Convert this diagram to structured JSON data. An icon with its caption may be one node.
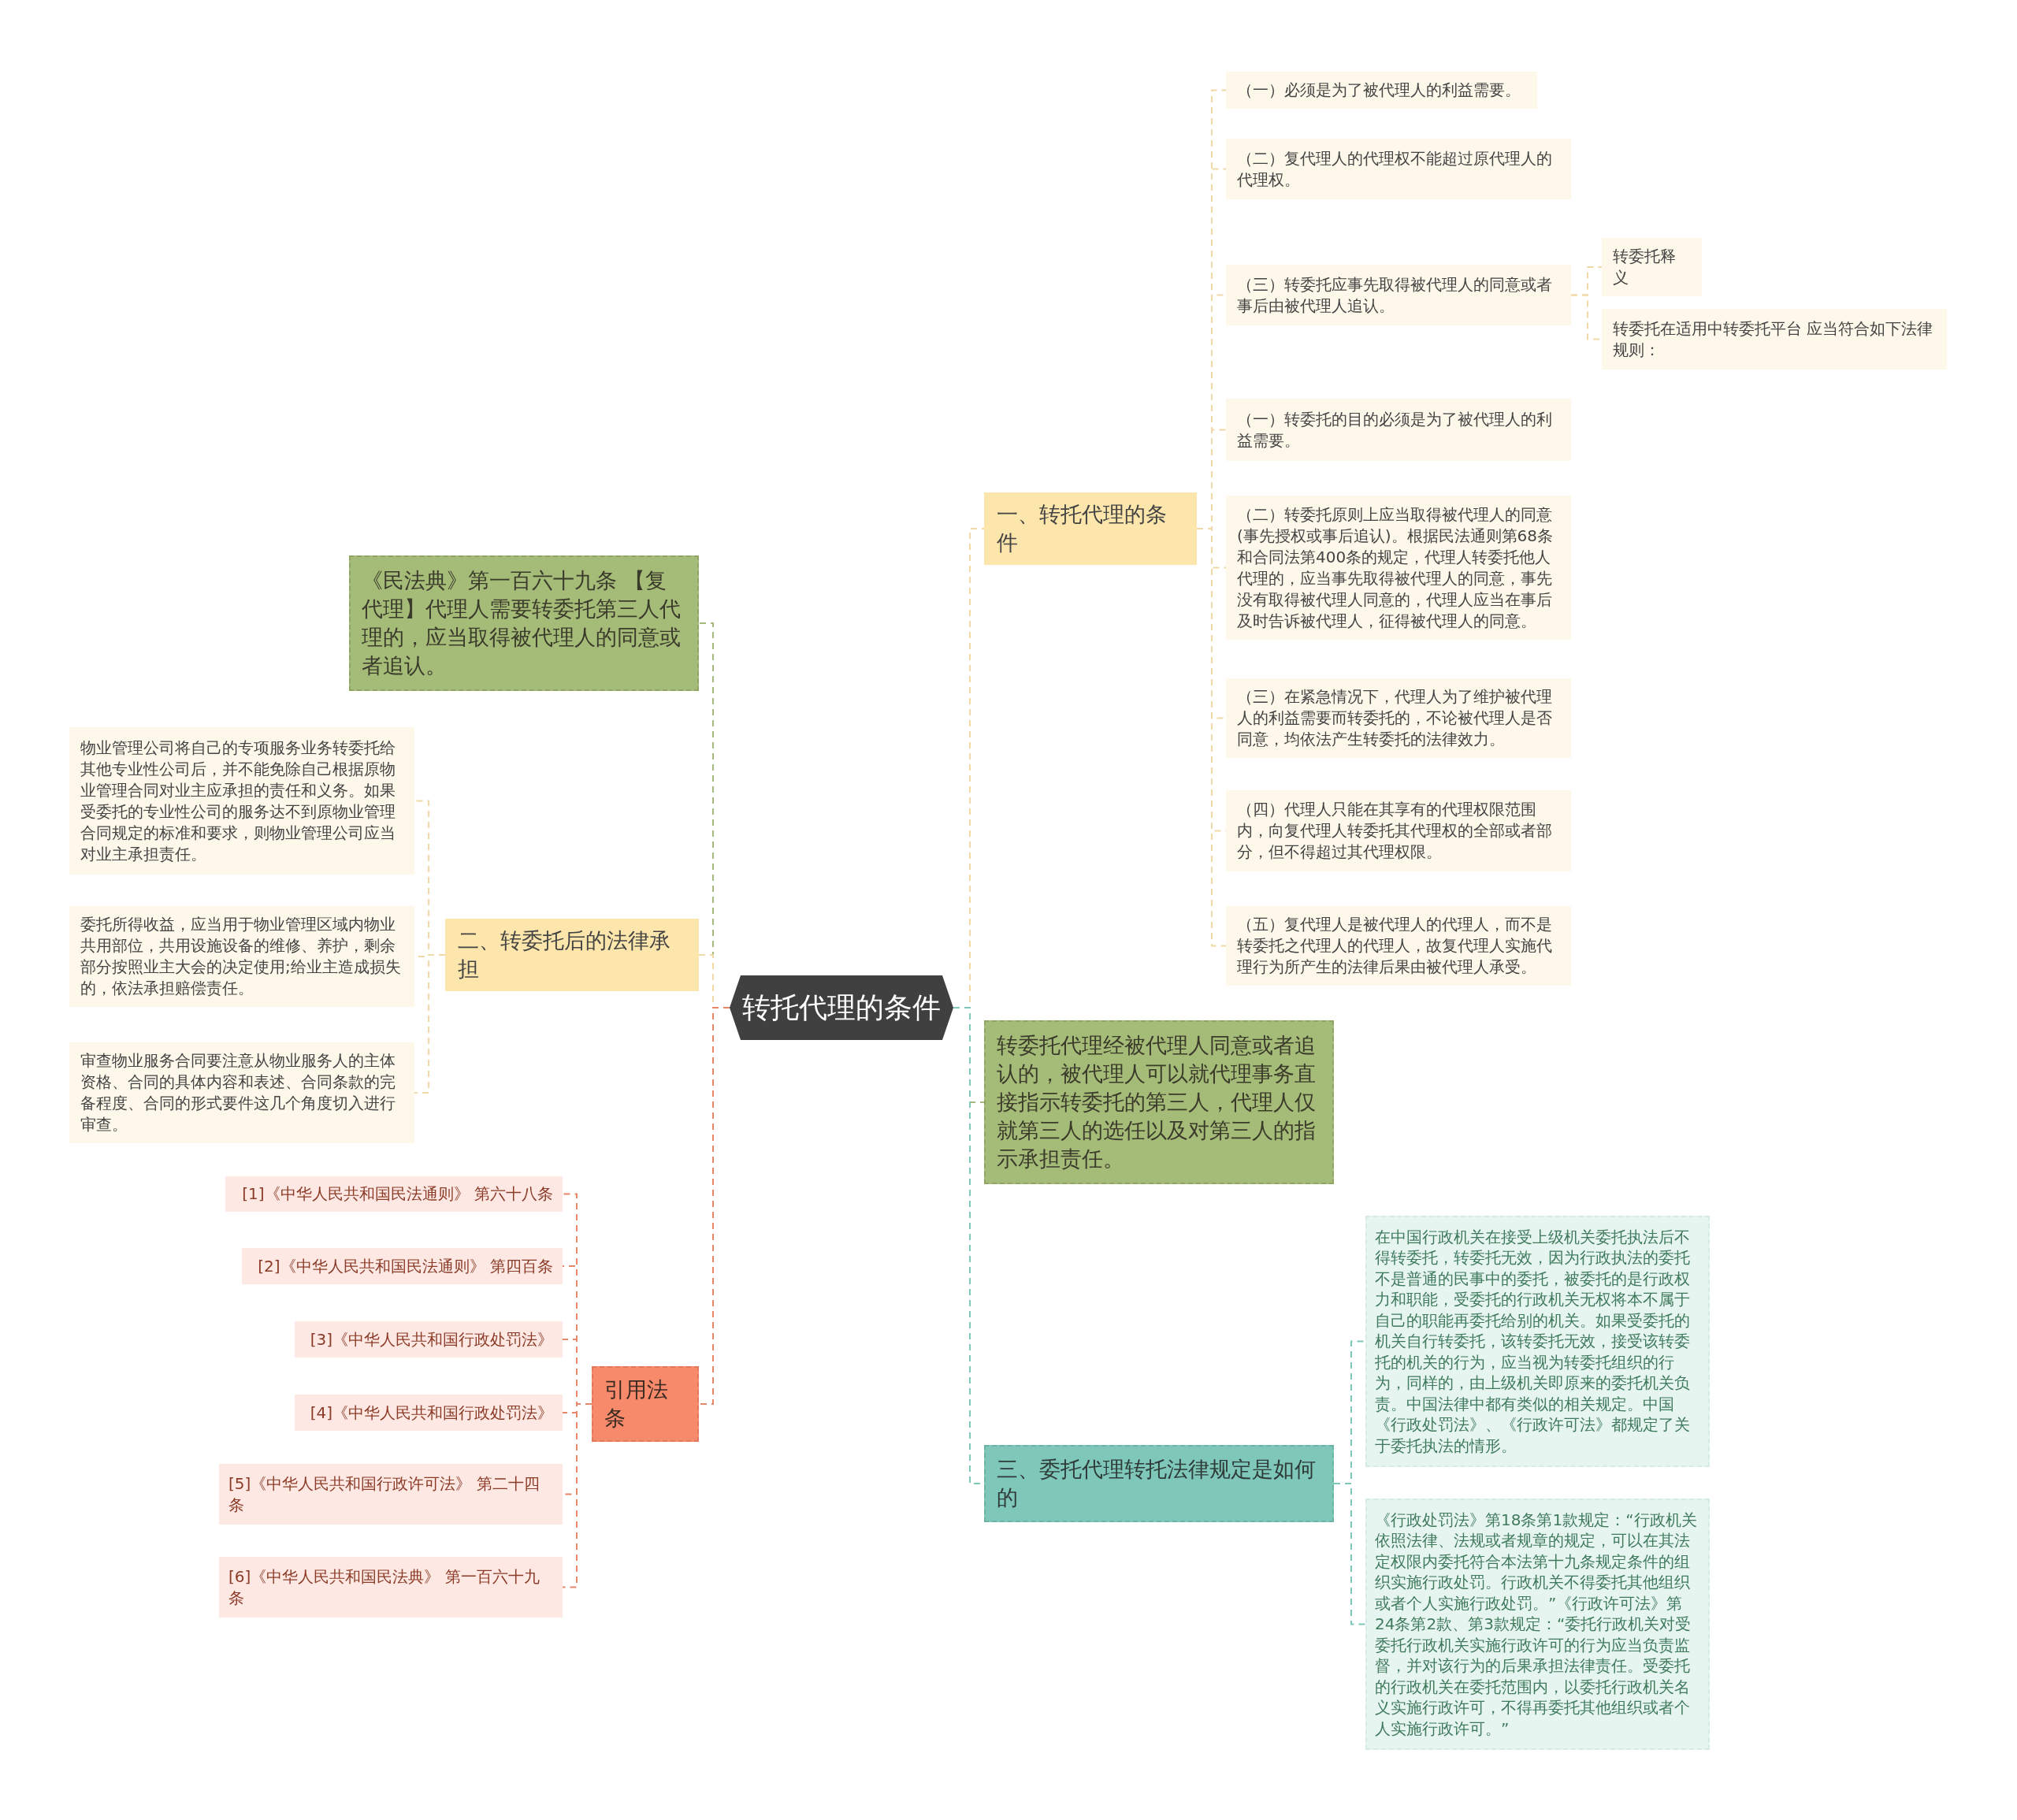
{
  "diagram": {
    "nodes": [
      {
        "text": [
          "转托代理的条件"
        ]
      },
      {
        "text": [
          "一、转托代理的条件"
        ]
      },
      {
        "text": [
          "（一）必须是为了被代理人的利益需要。"
        ]
      },
      {
        "text": [
          "（二）复代理人的代理权不能超过原代理人的代理权。"
        ]
      },
      {
        "text": [
          "（三）转委托应事先取得被代理人的同意或者事后由被代理人追认。"
        ]
      },
      {
        "text": [
          "转委托释义"
        ]
      },
      {
        "text": [
          "转委托在适用中转委托平台 应当符合如下法律规则："
        ]
      },
      {
        "text": [
          "（一）转委托的目的必须是为了被代理人的利益需要。"
        ]
      },
      {
        "text": [
          "（二）转委托原则上应当取得被代理人的同意(事先授权或事后追认)。根据民法通则第68条和合同法第400条的规定，代理人转委托他人代理的，应当事先取得被代理人的同意，事先没有取得被代理人同意的，代理人应当在事后及时告诉被代理人，征得被代理人的同意。"
        ]
      },
      {
        "text": [
          "（三）在紧急情况下，代理人为了维护被代理人的利益需要而转委托的，不论被代理人是否同意，均依法产生转委托的法律效力。"
        ]
      },
      {
        "text": [
          "（四）代理人只能在其享有的代理权限范围内，向复代理人转委托其代理权的全部或者部分，但不得超过其代理权限。"
        ]
      },
      {
        "text": [
          "（五）复代理人是被代理人的代理人，而不是转委托之代理人的代理人，故复代理人实施代理行为所产生的法律后果由被代理人承受。"
        ]
      },
      {
        "text": [
          "转委托代理经被代理人同意或者追认的，被代理人可以就代理事务直接指示转委托的第三人，代理人仅就第三人的选任以及对第三人的指示承担责任。"
        ]
      },
      {
        "text": [
          "三、委托代理转托法律规定是如何的"
        ]
      },
      {
        "text": [
          "在中国行政机关在接受上级机关委托执法后不得转委托，转委托无效，因为行政执法的委托不是普通的民事中的委托，被委托的是行政权力和职能，受委托的行政机关无权将本不属于自己的职能再委托给别的机关。如果受委托的机关自行转委托，该转委托无效，接受该转委托的机关的行为，应当视为转委托组织的行为，同样的，由上级机关即原来的委托机关负责。中国法律中都有类似的相关规定。中国《行政处罚法》、《行政许可法》都规定了关于委托执法的情形。"
        ]
      },
      {
        "text": [
          "《行政处罚法》第18条第1款规定：“行政机关依照法律、法规或者规章的规定，可以在其法定权限内委托符合本法第十九条规定条件的组织实施行政处罚。行政机关不得委托其他组织或者个人实施行政处罚。”《行政许可法》第24条第2款、第3款规定：“委托行政机关对受委托行政机关实施行政许可的行为应当负责监督，并对该行为的后果承担法律责任。受委托的行政机关在委托范围内，以委托行政机关名义实施行政许可，不得再委托其他组织或者个人实施行政许可。”"
        ]
      },
      {
        "text": [
          "《民法典》第一百六十九条 【复代理】代理人需要转委托第三人代理的，应当取得被代理人的同意或者追认。"
        ]
      },
      {
        "text": [
          "二、转委托后的法律承担"
        ]
      },
      {
        "text": [
          "物业管理公司将自己的专项服务业务转委托给其他专业性公司后，并不能免除自己根据原物业管理合同对业主应承担的责任和义务。如果受委托的专业性公司的服务达不到原物业管理合同规定的标准和要求，则物业管理公司应当对业主承担责任。"
        ]
      },
      {
        "text": [
          "委托所得收益，应当用于物业管理区域内物业共用部位，共用设施设备的维修、养护，剩余部分按照业主大会的决定使用;给业主造成损失的，依法承担赔偿责任。"
        ]
      },
      {
        "text": [
          "审查物业服务合同要注意从物业服务人的主体资格、合同的具体内容和表述、合同条款的完备程度、合同的形式要件这几个角度切入进行审查。"
        ]
      },
      {
        "text": [
          "引用法条"
        ]
      },
      {
        "text": [
          "[1]《中华人民共和国民法通则》 第六十八条"
        ]
      },
      {
        "text": [
          "[2]《中华人民共和国民法通则》 第四百条"
        ]
      },
      {
        "text": [
          "[3]《中华人民共和国行政处罚法》"
        ]
      },
      {
        "text": [
          "[4]《中华人民共和国行政处罚法》"
        ]
      },
      {
        "text": [
          "[5]《中华人民共和国行政许可法》 第二十四条"
        ]
      },
      {
        "text": [
          "[6]《中华人民共和国民法典》 第一百六十九条"
        ]
      }
    ],
    "edges": [
      {
        "from": 0,
        "to": 1,
        "arrow": "none",
        "style": "dashed"
      },
      {
        "from": 1,
        "to": 2,
        "arrow": "none",
        "style": "dashed"
      },
      {
        "from": 1,
        "to": 3,
        "arrow": "none",
        "style": "dashed"
      },
      {
        "from": 1,
        "to": 4,
        "arrow": "none",
        "style": "dashed"
      },
      {
        "from": 4,
        "to": 5,
        "arrow": "none",
        "style": "dashed"
      },
      {
        "from": 4,
        "to": 6,
        "arrow": "none",
        "style": "dashed"
      },
      {
        "from": 1,
        "to": 7,
        "arrow": "none",
        "style": "dashed"
      },
      {
        "from": 1,
        "to": 8,
        "arrow": "none",
        "style": "dashed"
      },
      {
        "from": 1,
        "to": 9,
        "arrow": "none",
        "style": "dashed"
      },
      {
        "from": 1,
        "to": 10,
        "arrow": "none",
        "style": "dashed"
      },
      {
        "from": 1,
        "to": 11,
        "arrow": "none",
        "style": "dashed"
      },
      {
        "from": 0,
        "to": 12,
        "arrow": "none",
        "style": "dashed",
        "color": "#a5b97c"
      },
      {
        "from": 0,
        "to": 13,
        "arrow": "none",
        "style": "dashed",
        "color": "#7ec7b9"
      },
      {
        "from": 13,
        "to": 14,
        "arrow": "none",
        "style": "dashed",
        "color": "#7ec7b9"
      },
      {
        "from": 13,
        "to": 15,
        "arrow": "none",
        "style": "dashed",
        "color": "#7ec7b9"
      },
      {
        "from": 0,
        "to": 16,
        "arrow": "none",
        "style": "dashed",
        "color": "#a5b97c"
      },
      {
        "from": 0,
        "to": 17,
        "arrow": "none",
        "style": "dashed"
      },
      {
        "from": 17,
        "to": 18,
        "arrow": "none",
        "style": "dashed"
      },
      {
        "from": 17,
        "to": 19,
        "arrow": "none",
        "style": "dashed"
      },
      {
        "from": 17,
        "to": 20,
        "arrow": "none",
        "style": "dashed"
      },
      {
        "from": 0,
        "to": 21,
        "arrow": "none",
        "style": "dashed",
        "color": "#e8866a"
      },
      {
        "from": 21,
        "to": 22,
        "arrow": "none",
        "style": "dashed",
        "color": "#e8866a"
      },
      {
        "from": 21,
        "to": 23,
        "arrow": "none",
        "style": "dashed",
        "color": "#e8866a"
      },
      {
        "from": 21,
        "to": 24,
        "arrow": "none",
        "style": "dashed",
        "color": "#e8866a"
      },
      {
        "from": 21,
        "to": 25,
        "arrow": "none",
        "style": "dashed",
        "color": "#e8866a"
      },
      {
        "from": 21,
        "to": 26,
        "arrow": "none",
        "style": "dashed",
        "color": "#e8866a"
      },
      {
        "from": 21,
        "to": 27,
        "arrow": "none",
        "style": "dashed",
        "color": "#e8866a"
      }
    ]
  }
}
